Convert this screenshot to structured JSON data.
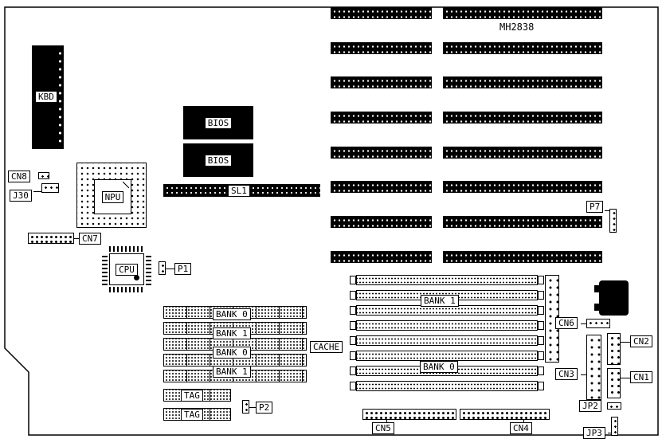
{
  "colors": {
    "ink": "#000000",
    "paper": "#ffffff"
  },
  "board": {
    "part_number": "MH2838",
    "labels": {
      "kbd": "KBD",
      "cn8": "CN8",
      "j30": "J30",
      "npu": "NPU",
      "cn7": "CN7",
      "bios_top": "BIOS",
      "bios_bottom": "BIOS",
      "sl1": "SL1",
      "cpu": "CPU",
      "p1": "P1",
      "p2": "P2",
      "p7": "P7",
      "cache": "CACHE",
      "cache_bank_1": "BANK 0",
      "cache_bank_2": "BANK 1",
      "cache_bank_3": "BANK 0",
      "cache_bank_4": "BANK 1",
      "tag_1": "TAG",
      "tag_2": "TAG",
      "simm_bank_top": "BANK 1",
      "simm_bank_bottom": "BANK 0",
      "cn6": "CN6",
      "cn5": "CN5",
      "cn4": "CN4",
      "cn3": "CN3",
      "cn2": "CN2",
      "cn1": "CN1",
      "jp2": "JP2",
      "jp3": "JP3"
    }
  }
}
